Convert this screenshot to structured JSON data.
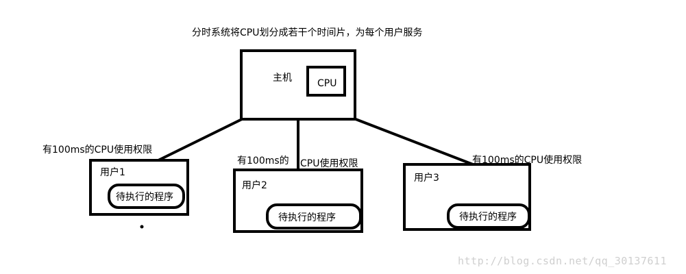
{
  "caption": "分时系统将CPU划分成若干个时间片，为每个用户服务",
  "host": {
    "label": "主机",
    "cpu_label": "CPU"
  },
  "users": [
    {
      "label": "用户1",
      "task": "待执行的程序",
      "quota": "有100ms的CPU使用权限"
    },
    {
      "label": "用户2",
      "task": "待执行的程序",
      "quota_part1": "有100ms的",
      "quota_part2": "CPU使用权限"
    },
    {
      "label": "用户3",
      "task": "待执行的程序",
      "quota": "有100ms的CPU使用权限"
    }
  ],
  "watermark": "http://blog.csdn.net/qq_30137611"
}
